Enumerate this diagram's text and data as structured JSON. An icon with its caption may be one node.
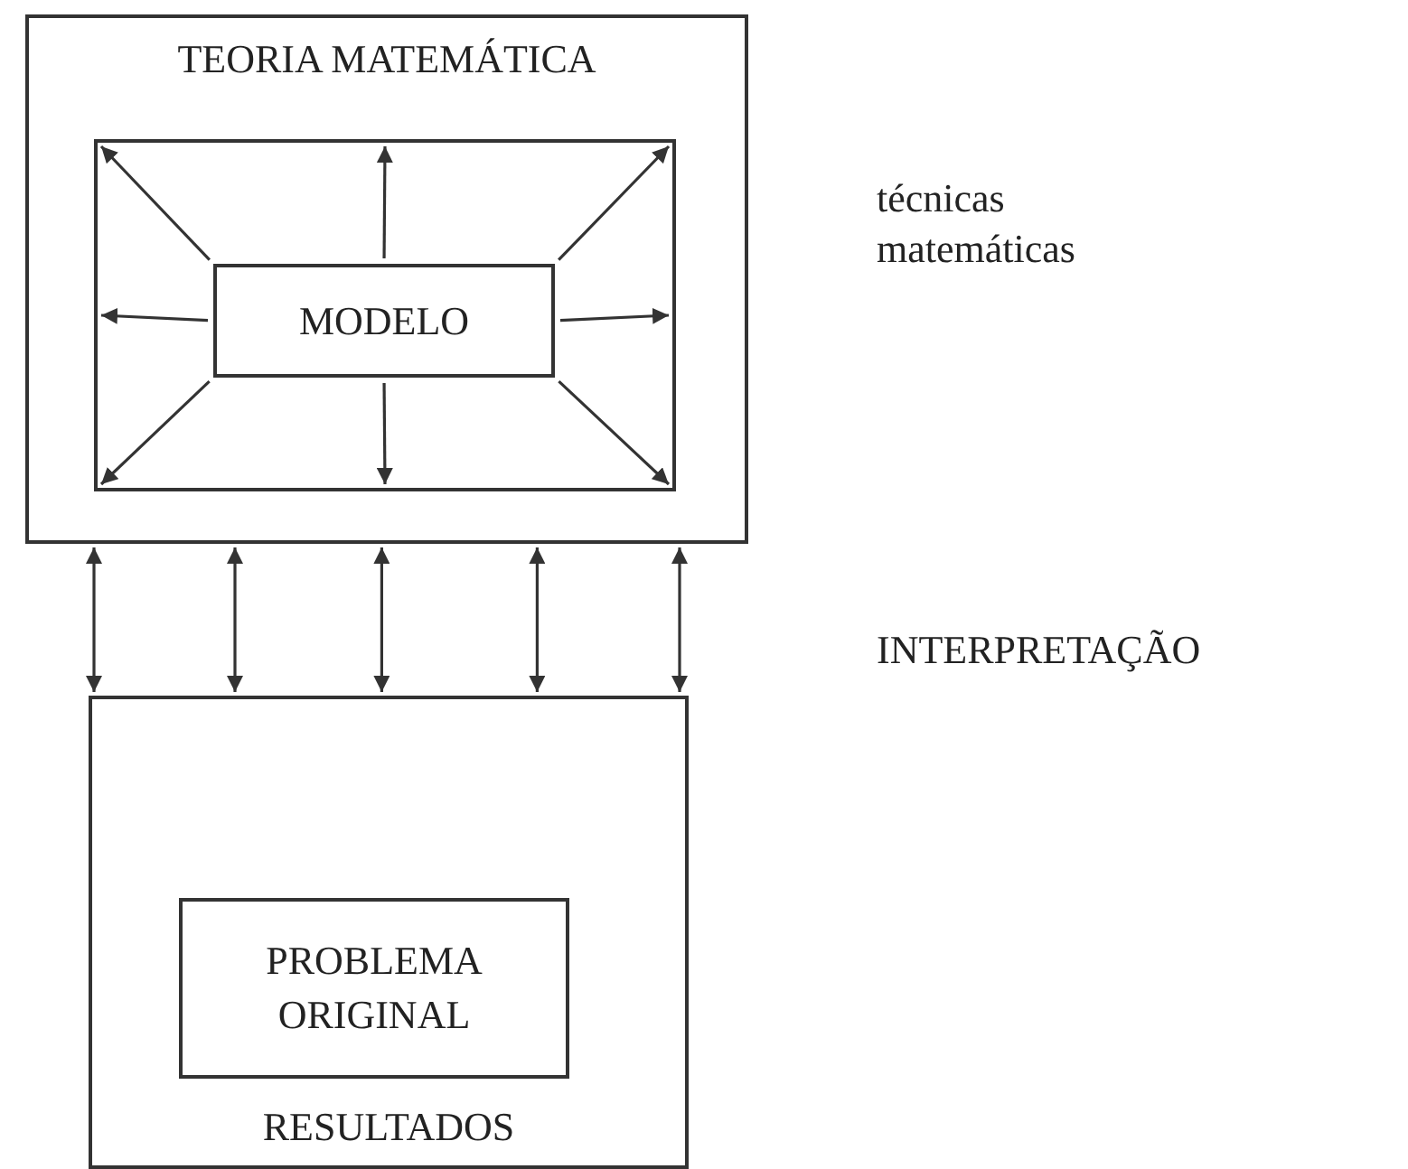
{
  "diagram": {
    "nodes": [
      {
        "text": [
          "TEORIA MATEMÁTICA"
        ]
      },
      {
        "text": [],
        "shape": "box",
        "in": 0
      },
      {
        "text": [
          "MODELO"
        ],
        "in": 1
      },
      {
        "text": [
          "RESULTADOS"
        ]
      },
      {
        "text": [
          "PROBLEMA ORIGINAL"
        ],
        "in": 3
      }
    ],
    "edges": [
      {
        "from": 2,
        "to": 1,
        "arrow": "to"
      },
      {
        "from": 2,
        "to": 1,
        "arrow": "to"
      },
      {
        "from": 2,
        "to": 1,
        "arrow": "to"
      },
      {
        "from": 2,
        "to": 1,
        "arrow": "to"
      },
      {
        "from": 2,
        "to": 1,
        "arrow": "to"
      },
      {
        "from": 2,
        "to": 1,
        "arrow": "to"
      },
      {
        "from": 2,
        "to": 1,
        "arrow": "to"
      },
      {
        "from": 2,
        "to": 1,
        "arrow": "to"
      },
      {
        "from": 0,
        "to": 3,
        "arrow": "both"
      },
      {
        "from": 0,
        "to": 3,
        "arrow": "both"
      },
      {
        "from": 0,
        "to": 3,
        "arrow": "both"
      },
      {
        "from": 0,
        "to": 3,
        "arrow": "both"
      },
      {
        "from": 0,
        "to": 3,
        "arrow": "both"
      }
    ],
    "labels": [
      "técnicas matemáticas",
      "INTERPRETAÇÃO"
    ]
  }
}
